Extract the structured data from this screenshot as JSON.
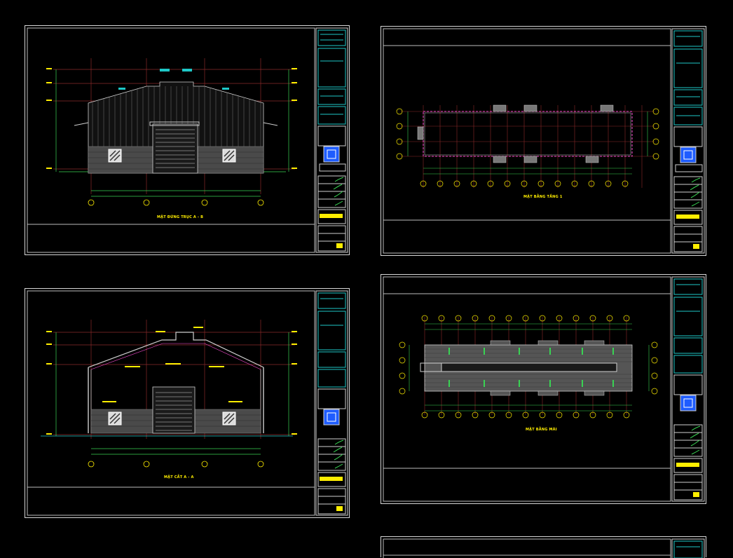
{
  "colors": {
    "background": "#000000",
    "frame": "#d8d8d8",
    "grid": "#8b2a2a",
    "dimension": "#39d353",
    "cyan": "#1ec8c8",
    "yellow": "#ffee00",
    "magenta": "#ff4fd8",
    "wall": "#6e6e6e"
  },
  "sheets": [
    {
      "id": "sheet-1",
      "caption": "MẶT ĐỨNG TRỤC A - B",
      "view": "elevation"
    },
    {
      "id": "sheet-2",
      "caption": "MẶT BẰNG TẦNG 1",
      "view": "floor-plan"
    },
    {
      "id": "sheet-3",
      "caption": "MẶT CẮT A - A",
      "view": "section"
    },
    {
      "id": "sheet-4",
      "caption": "MẶT BẰNG MÁI",
      "view": "roof-plan"
    },
    {
      "id": "sheet-5",
      "caption": "",
      "view": "partial"
    }
  ]
}
